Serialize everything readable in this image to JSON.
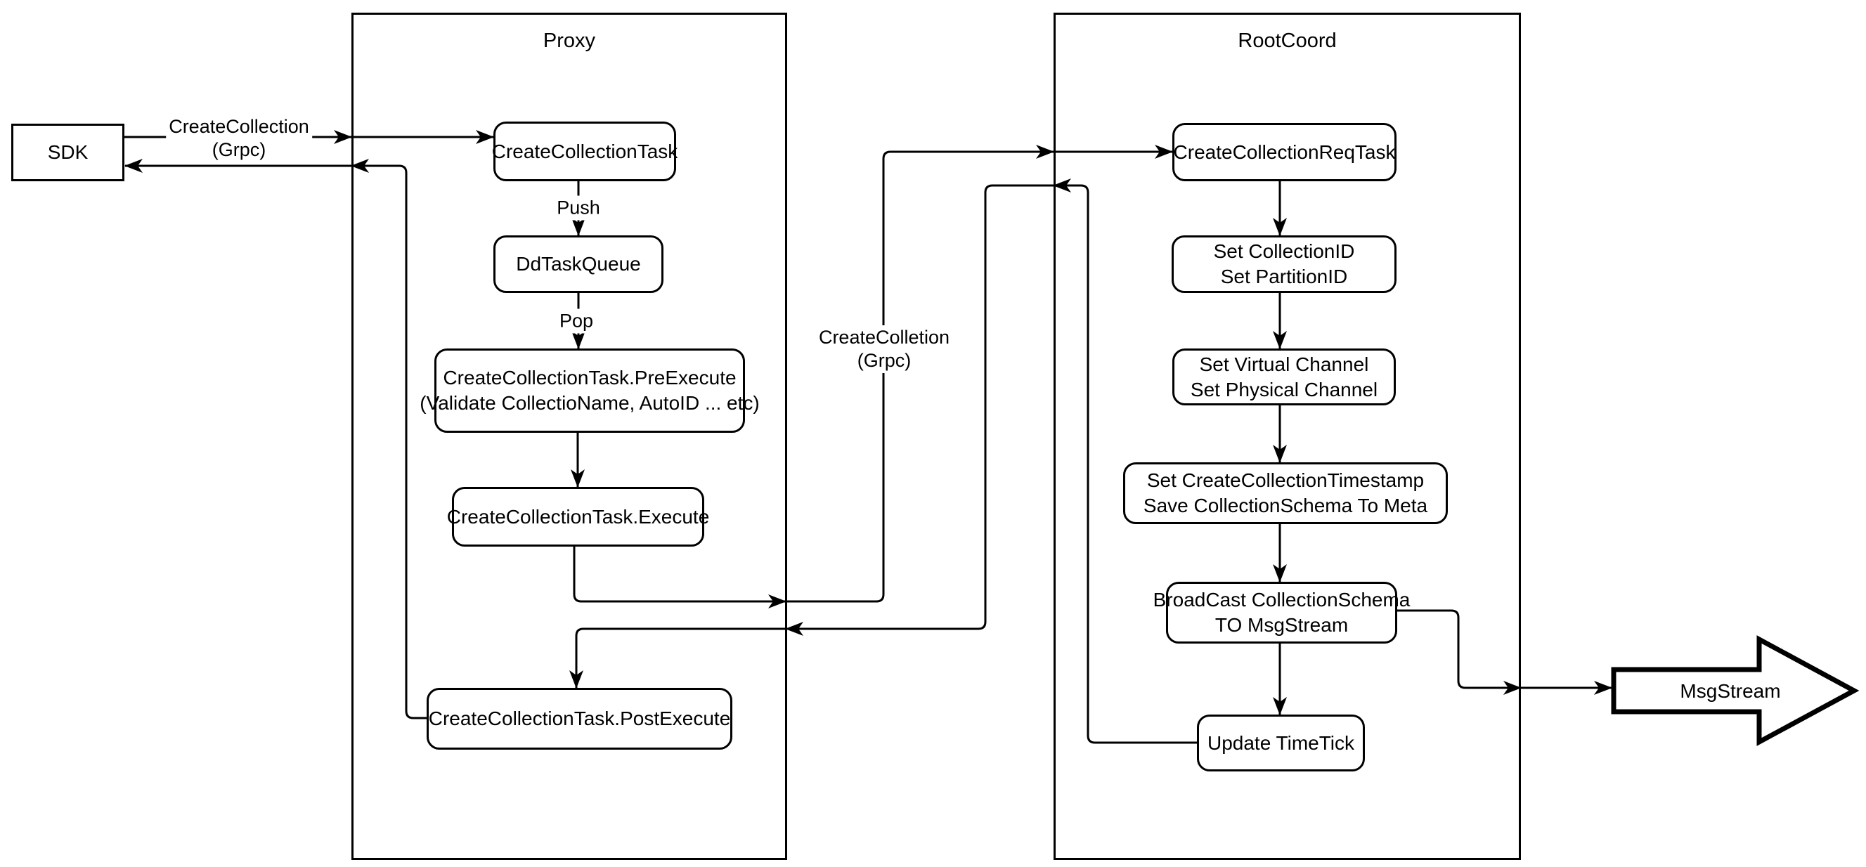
{
  "diagram": {
    "colors": {
      "background": "#ffffff",
      "line": "#000000",
      "text": "#000000"
    },
    "containers": [
      {
        "title": "Proxy"
      },
      {
        "title": "RootCoord"
      }
    ],
    "nodes": {
      "sdk": {
        "label": "SDK"
      },
      "create_collection_task": {
        "label": "CreateCollectionTask"
      },
      "dd_task_queue": {
        "label": "DdTaskQueue"
      },
      "pre_execute": {
        "line1": "CreateCollectionTask.PreExecute",
        "line2": "(Validate CollectioName, AutoID ... etc)"
      },
      "execute": {
        "label": "CreateCollectionTask.Execute"
      },
      "post_execute": {
        "label": "CreateCollectionTask.PostExecute"
      },
      "create_collection_req_task": {
        "label": "CreateCollectionReqTask"
      },
      "set_ids": {
        "line1": "Set CollectionID",
        "line2": "Set PartitionID"
      },
      "set_channels": {
        "line1": "Set Virtual Channel",
        "line2": "Set Physical Channel"
      },
      "set_timestamp": {
        "line1": "Set CreateCollectionTimestamp",
        "line2": "Save CollectionSchema To Meta"
      },
      "broadcast": {
        "line1": "BroadCast CollectionSchema",
        "line2": "TO MsgStream"
      },
      "update_timetick": {
        "label": "Update TimeTick"
      },
      "msgstream": {
        "label": "MsgStream"
      }
    },
    "edge_labels": {
      "sdk_request": {
        "line1": "CreateCollection",
        "line2": "(Grpc)"
      },
      "proxy_to_rootcoord": {
        "line1": "CreateColletion",
        "line2": "(Grpc)"
      },
      "push": "Push",
      "pop": "Pop"
    }
  }
}
